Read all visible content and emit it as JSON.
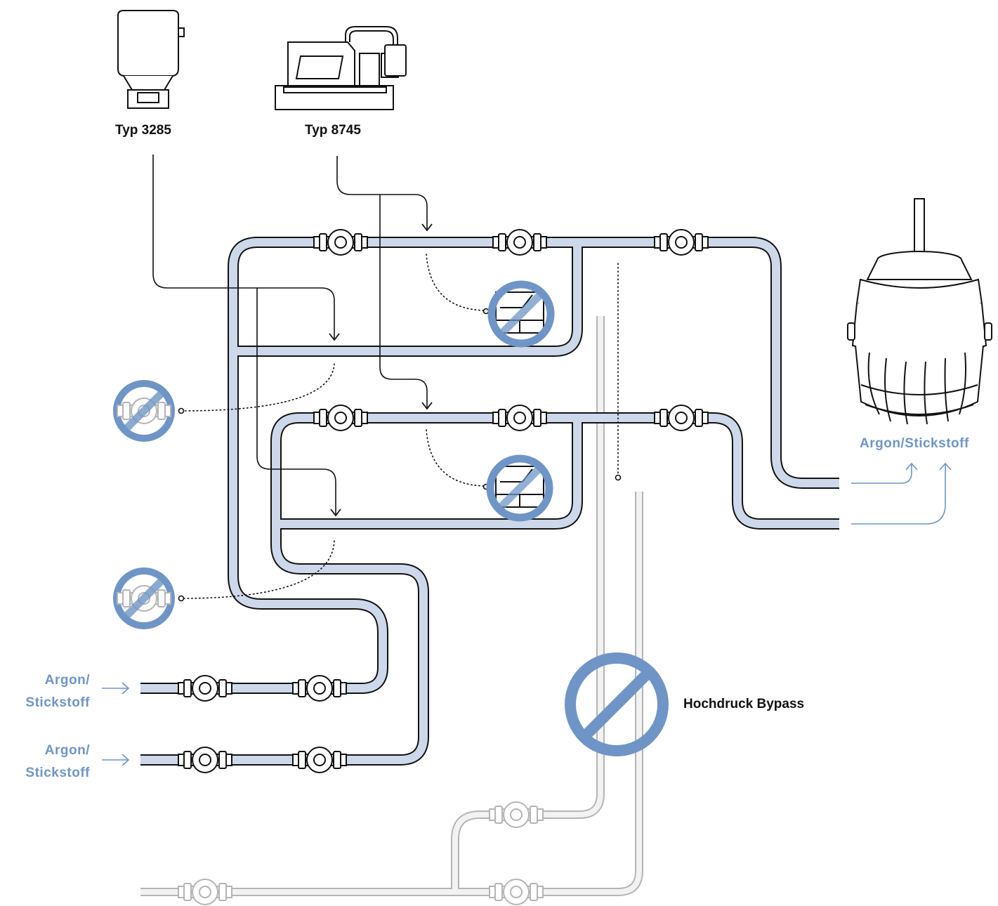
{
  "labels": {
    "device_left": "Typ 3285",
    "device_right": "Typ 8745",
    "outlet": "Argon/Stickstoff",
    "inlet_1_line1": "Argon/",
    "inlet_1_line2": "Stickstoff",
    "inlet_2_line1": "Argon/",
    "inlet_2_line2": "Stickstoff",
    "bypass": "Hochdruck Bypass"
  },
  "colors": {
    "pipe_fill": "#cdd9ea",
    "pipe_outline": "#111111",
    "accent": "#6f95c6",
    "disabled_pipe_fill": "#f2f2f2",
    "disabled_outline": "#b4b4b4"
  },
  "icons": {
    "prohibited": "prohibited-icon",
    "valve": "ball-valve-icon",
    "actuator": "valve-actuator-icon",
    "controller": "mass-flow-controller-icon",
    "furnace": "vacuum-furnace-icon"
  }
}
